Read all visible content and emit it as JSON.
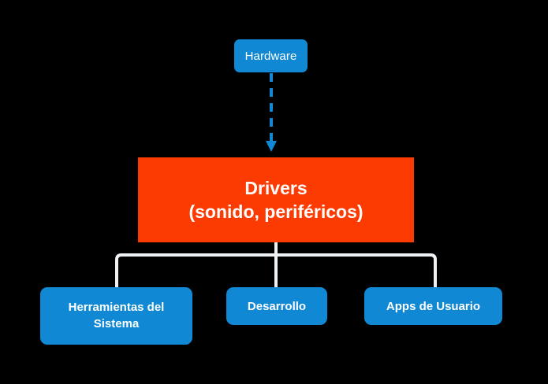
{
  "diagram": {
    "title": "Drivers hierarchy diagram",
    "background_color": "#000000",
    "colors": {
      "node_blue": "#1088d4",
      "node_orange": "#fb3b02",
      "connector_white": "#eef2f5",
      "arrow_blue": "#1088d4",
      "text": "#ffffff"
    },
    "nodes": {
      "hardware": {
        "label": "Hardware",
        "color": "#1088d4",
        "shape": "rounded-rect"
      },
      "drivers": {
        "line1": "Drivers",
        "line2": "(sonido, periféricos)",
        "color": "#fb3b02",
        "shape": "rect"
      },
      "herramientas": {
        "label": "Herramientas del Sistema",
        "color": "#1088d4",
        "shape": "rounded-rect"
      },
      "desarrollo": {
        "label": "Desarrollo",
        "color": "#1088d4",
        "shape": "rounded-rect"
      },
      "apps": {
        "label": "Apps de Usuario",
        "color": "#1088d4",
        "shape": "rounded-rect"
      }
    },
    "connectors": {
      "hardware_to_drivers": {
        "style": "dashed",
        "color": "#1088d4",
        "arrowhead": "down"
      },
      "drivers_to_children": {
        "style": "solid-bracket",
        "color": "#eef2f5",
        "branches": 3
      }
    }
  }
}
